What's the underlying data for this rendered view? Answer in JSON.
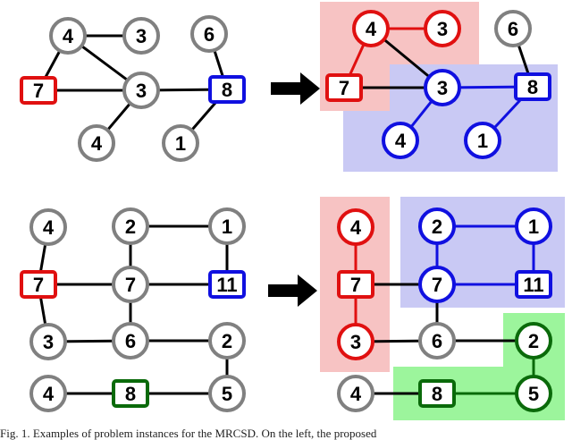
{
  "colors": {
    "gray": "#808080",
    "red": "#e01010",
    "blue": "#1010e0",
    "green": "#0a6a0a",
    "region_red": "#f7c3c3",
    "region_blue": "#c9c9f4",
    "region_green": "#9cf59c",
    "edge": "#000000"
  },
  "caption": "Fig. 1. Examples of problem instances for the MRCSD. On the left, the proposed",
  "diagrams": [
    {
      "name": "example-1-input",
      "nodes": [
        {
          "id": "a4",
          "label": "4",
          "shape": "circle",
          "color": "gray"
        },
        {
          "id": "a3t",
          "label": "3",
          "shape": "circle",
          "color": "gray"
        },
        {
          "id": "a6",
          "label": "6",
          "shape": "circle",
          "color": "gray"
        },
        {
          "id": "a7",
          "label": "7",
          "shape": "square",
          "color": "red"
        },
        {
          "id": "a3",
          "label": "3",
          "shape": "circle",
          "color": "gray"
        },
        {
          "id": "a8",
          "label": "8",
          "shape": "square",
          "color": "blue"
        },
        {
          "id": "a4b",
          "label": "4",
          "shape": "circle",
          "color": "gray"
        },
        {
          "id": "a1",
          "label": "1",
          "shape": "circle",
          "color": "gray"
        }
      ],
      "edges": [
        [
          "a4",
          "a3t",
          "black"
        ],
        [
          "a4",
          "a7",
          "black"
        ],
        [
          "a4",
          "a3",
          "black"
        ],
        [
          "a7",
          "a3",
          "black"
        ],
        [
          "a3",
          "a8",
          "black"
        ],
        [
          "a3",
          "a4b",
          "black"
        ],
        [
          "a6",
          "a8",
          "black"
        ],
        [
          "a8",
          "a1",
          "black"
        ]
      ]
    },
    {
      "name": "example-1-solution",
      "nodes": [
        {
          "id": "b4",
          "label": "4",
          "shape": "circle",
          "color": "red"
        },
        {
          "id": "b3t",
          "label": "3",
          "shape": "circle",
          "color": "red"
        },
        {
          "id": "b6",
          "label": "6",
          "shape": "circle",
          "color": "gray"
        },
        {
          "id": "b7",
          "label": "7",
          "shape": "square",
          "color": "red"
        },
        {
          "id": "b3",
          "label": "3",
          "shape": "circle",
          "color": "blue"
        },
        {
          "id": "b8",
          "label": "8",
          "shape": "square",
          "color": "blue"
        },
        {
          "id": "b4b",
          "label": "4",
          "shape": "circle",
          "color": "blue"
        },
        {
          "id": "b1",
          "label": "1",
          "shape": "circle",
          "color": "blue"
        }
      ],
      "edges": [
        [
          "b4",
          "b3t",
          "red"
        ],
        [
          "b4",
          "b7",
          "red"
        ],
        [
          "b4",
          "b3",
          "black"
        ],
        [
          "b7",
          "b3",
          "black"
        ],
        [
          "b3",
          "b8",
          "blue"
        ],
        [
          "b3",
          "b4b",
          "blue"
        ],
        [
          "b6",
          "b8",
          "black"
        ],
        [
          "b8",
          "b1",
          "blue"
        ]
      ],
      "regions": [
        "region_red",
        "region_blue"
      ]
    },
    {
      "name": "example-2-input",
      "nodes": [
        {
          "id": "c4",
          "label": "4",
          "shape": "circle",
          "color": "gray"
        },
        {
          "id": "c2",
          "label": "2",
          "shape": "circle",
          "color": "gray"
        },
        {
          "id": "c1",
          "label": "1",
          "shape": "circle",
          "color": "gray"
        },
        {
          "id": "c7s",
          "label": "7",
          "shape": "square",
          "color": "red"
        },
        {
          "id": "c7",
          "label": "7",
          "shape": "circle",
          "color": "gray"
        },
        {
          "id": "c11",
          "label": "11",
          "shape": "square",
          "color": "blue"
        },
        {
          "id": "c3",
          "label": "3",
          "shape": "circle",
          "color": "gray"
        },
        {
          "id": "c6",
          "label": "6",
          "shape": "circle",
          "color": "gray"
        },
        {
          "id": "c2b",
          "label": "2",
          "shape": "circle",
          "color": "gray"
        },
        {
          "id": "c4b",
          "label": "4",
          "shape": "circle",
          "color": "gray"
        },
        {
          "id": "c8",
          "label": "8",
          "shape": "square",
          "color": "green"
        },
        {
          "id": "c5",
          "label": "5",
          "shape": "circle",
          "color": "gray"
        }
      ],
      "edges": [
        [
          "c4",
          "c7s",
          "black"
        ],
        [
          "c2",
          "c1",
          "black"
        ],
        [
          "c2",
          "c7",
          "black"
        ],
        [
          "c1",
          "c11",
          "black"
        ],
        [
          "c7s",
          "c7",
          "black"
        ],
        [
          "c7",
          "c11",
          "black"
        ],
        [
          "c7s",
          "c3",
          "black"
        ],
        [
          "c7",
          "c6",
          "black"
        ],
        [
          "c3",
          "c6",
          "black"
        ],
        [
          "c6",
          "c2b",
          "black"
        ],
        [
          "c2b",
          "c5",
          "black"
        ],
        [
          "c4b",
          "c8",
          "black"
        ],
        [
          "c8",
          "c5",
          "black"
        ]
      ]
    },
    {
      "name": "example-2-solution",
      "nodes": [
        {
          "id": "d4",
          "label": "4",
          "shape": "circle",
          "color": "red"
        },
        {
          "id": "d2",
          "label": "2",
          "shape": "circle",
          "color": "blue"
        },
        {
          "id": "d1",
          "label": "1",
          "shape": "circle",
          "color": "blue"
        },
        {
          "id": "d7s",
          "label": "7",
          "shape": "square",
          "color": "red"
        },
        {
          "id": "d7",
          "label": "7",
          "shape": "circle",
          "color": "blue"
        },
        {
          "id": "d11",
          "label": "11",
          "shape": "square",
          "color": "blue"
        },
        {
          "id": "d3",
          "label": "3",
          "shape": "circle",
          "color": "red"
        },
        {
          "id": "d6",
          "label": "6",
          "shape": "circle",
          "color": "gray"
        },
        {
          "id": "d2b",
          "label": "2",
          "shape": "circle",
          "color": "green"
        },
        {
          "id": "d4b",
          "label": "4",
          "shape": "circle",
          "color": "gray"
        },
        {
          "id": "d8",
          "label": "8",
          "shape": "square",
          "color": "green"
        },
        {
          "id": "d5",
          "label": "5",
          "shape": "circle",
          "color": "green"
        }
      ],
      "edges": [
        [
          "d4",
          "d7s",
          "red"
        ],
        [
          "d2",
          "d1",
          "blue"
        ],
        [
          "d2",
          "d7",
          "blue"
        ],
        [
          "d1",
          "d11",
          "blue"
        ],
        [
          "d7s",
          "d7",
          "black"
        ],
        [
          "d7",
          "d11",
          "blue"
        ],
        [
          "d7s",
          "d3",
          "red"
        ],
        [
          "d7",
          "d6",
          "black"
        ],
        [
          "d3",
          "d6",
          "black"
        ],
        [
          "d6",
          "d2b",
          "black"
        ],
        [
          "d2b",
          "d5",
          "green"
        ],
        [
          "d4b",
          "d8",
          "black"
        ],
        [
          "d8",
          "d5",
          "green"
        ]
      ],
      "regions": [
        "region_red",
        "region_blue",
        "region_green"
      ]
    }
  ],
  "arrows": [
    {
      "name": "arrow-example-1"
    },
    {
      "name": "arrow-example-2"
    }
  ]
}
